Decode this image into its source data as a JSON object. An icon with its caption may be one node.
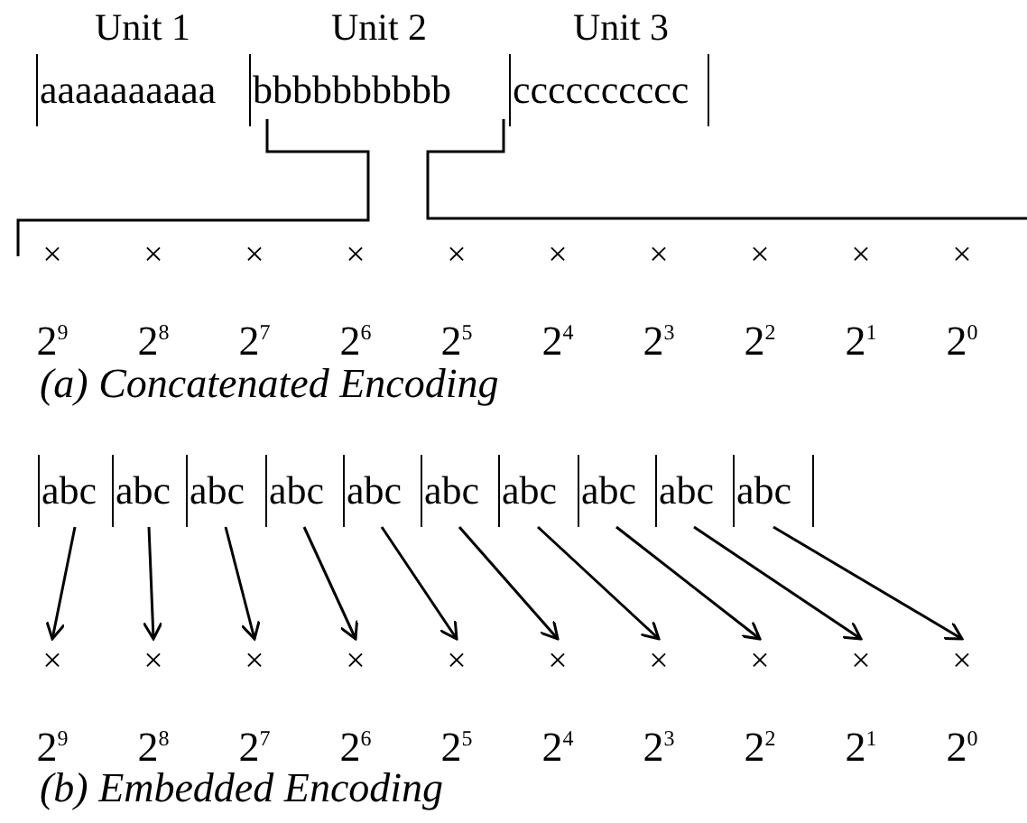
{
  "diagram": {
    "nodes": [
      {
        "text": [
          "Unit 1",
          "aaaaaaaaaa"
        ]
      },
      {
        "text": [
          "Unit 2",
          "bbbbbbbbbb"
        ]
      },
      {
        "text": [
          "Unit 3",
          "cccccccccc"
        ]
      },
      {
        "text": [
          "abc"
        ]
      },
      {
        "text": [
          "abc"
        ]
      },
      {
        "text": [
          "abc"
        ]
      },
      {
        "text": [
          "abc"
        ]
      },
      {
        "text": [
          "abc"
        ]
      },
      {
        "text": [
          "abc"
        ]
      },
      {
        "text": [
          "abc"
        ]
      },
      {
        "text": [
          "abc"
        ]
      },
      {
        "text": [
          "abc"
        ]
      },
      {
        "text": [
          "abc"
        ]
      },
      {
        "text": [
          "×",
          "2$^{9}$"
        ]
      },
      {
        "text": [
          "×",
          "2$^{8}$"
        ]
      },
      {
        "text": [
          "×",
          "2$^{7}$"
        ]
      },
      {
        "text": [
          "×",
          "2$^{6}$"
        ]
      },
      {
        "text": [
          "×",
          "2$^{5}$"
        ]
      },
      {
        "text": [
          "×",
          "2$^{4}$"
        ]
      },
      {
        "text": [
          "×",
          "2$^{3}$"
        ]
      },
      {
        "text": [
          "×",
          "2$^{2}$"
        ]
      },
      {
        "text": [
          "×",
          "2$^{1}$"
        ]
      },
      {
        "text": [
          "×",
          "2$^{0}$"
        ]
      }
    ],
    "edges": [
      {
        "from": 3,
        "to": 13,
        "arrow": "to"
      },
      {
        "from": 4,
        "to": 14,
        "arrow": "to"
      },
      {
        "from": 5,
        "to": 15,
        "arrow": "to"
      },
      {
        "from": 6,
        "to": 16,
        "arrow": "to"
      },
      {
        "from": 7,
        "to": 17,
        "arrow": "to"
      },
      {
        "from": 8,
        "to": 18,
        "arrow": "to"
      },
      {
        "from": 9,
        "to": 19,
        "arrow": "to"
      },
      {
        "from": 10,
        "to": 20,
        "arrow": "to"
      },
      {
        "from": 11,
        "to": 21,
        "arrow": "to"
      },
      {
        "from": 12,
        "to": 22,
        "arrow": "to"
      }
    ],
    "labels": [
      "×",
      "×",
      "×",
      "×",
      "×",
      "×",
      "×",
      "×",
      "×",
      "×",
      "2$^{9}$",
      "2$^{8}$",
      "2$^{7}$",
      "2$^{6}$",
      "2$^{5}$",
      "2$^{4}$",
      "2$^{3}$",
      "2$^{2}$",
      "2$^{1}$",
      "2$^{0}$",
      "(a) Concatenated Encoding",
      "(b) Embedded Encoding"
    ]
  }
}
